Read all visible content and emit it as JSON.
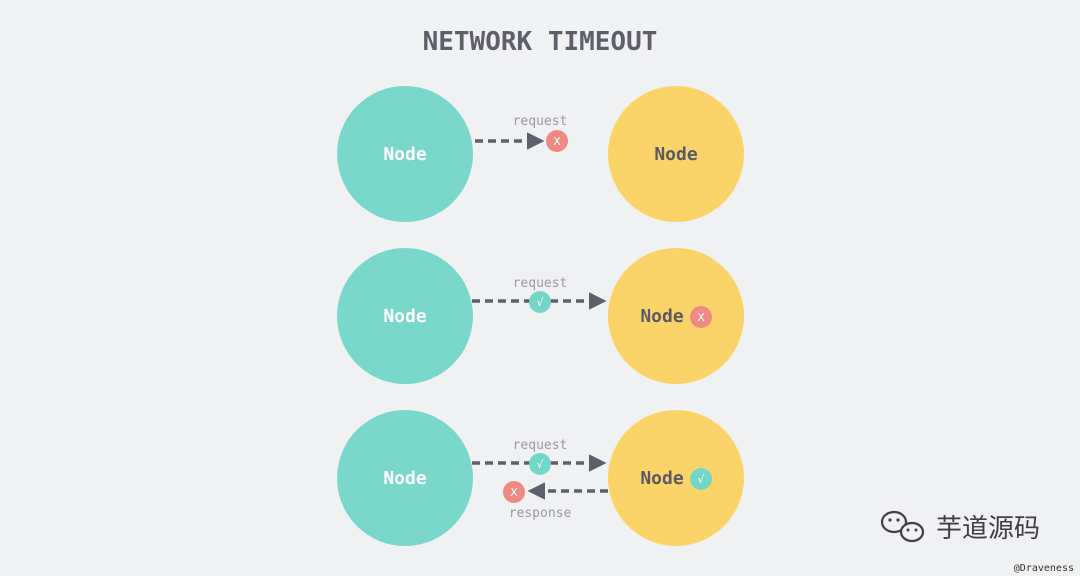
{
  "title": "NETWORK TIMEOUT",
  "colors": {
    "client_node": "#79d7cc",
    "server_node": "#fbd469",
    "failure_badge": "#ee8a84",
    "success_badge": "#72d7c9",
    "arrow": "#5f5f6b",
    "background": "#f0f1f3"
  },
  "rows": [
    {
      "client_label": "Node",
      "server_label": "Node",
      "request_label": "request",
      "request_status": "X",
      "request_status_icon": "failure-x-icon"
    },
    {
      "client_label": "Node",
      "server_label": "Node",
      "server_status": "X",
      "server_status_icon": "failure-x-icon",
      "request_label": "request",
      "request_status": "√",
      "request_status_icon": "success-check-icon"
    },
    {
      "client_label": "Node",
      "server_label": "Node",
      "server_status": "√",
      "server_status_icon": "success-check-icon",
      "request_label": "request",
      "request_status": "√",
      "request_status_icon": "success-check-icon",
      "response_label": "response",
      "response_status": "X",
      "response_status_icon": "failure-x-icon"
    }
  ],
  "watermark": {
    "icon": "wechat-icon",
    "text": "芋道源码"
  },
  "credit": "@Draveness"
}
